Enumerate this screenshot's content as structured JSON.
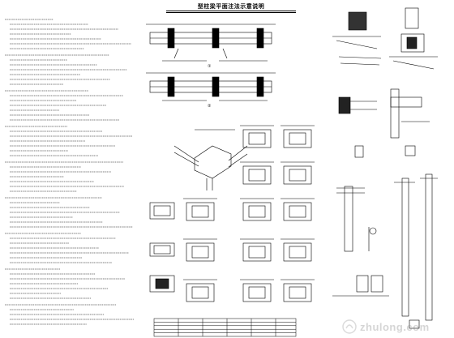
{
  "sheet": {
    "title": "型柱梁平面注法示意说明",
    "watermark": "zhulong.com",
    "figure_number_a": "①",
    "figure_number_b": "②",
    "colors": {
      "ink": "#000000",
      "paper": "#ffffff",
      "watermark": "#999999"
    }
  }
}
